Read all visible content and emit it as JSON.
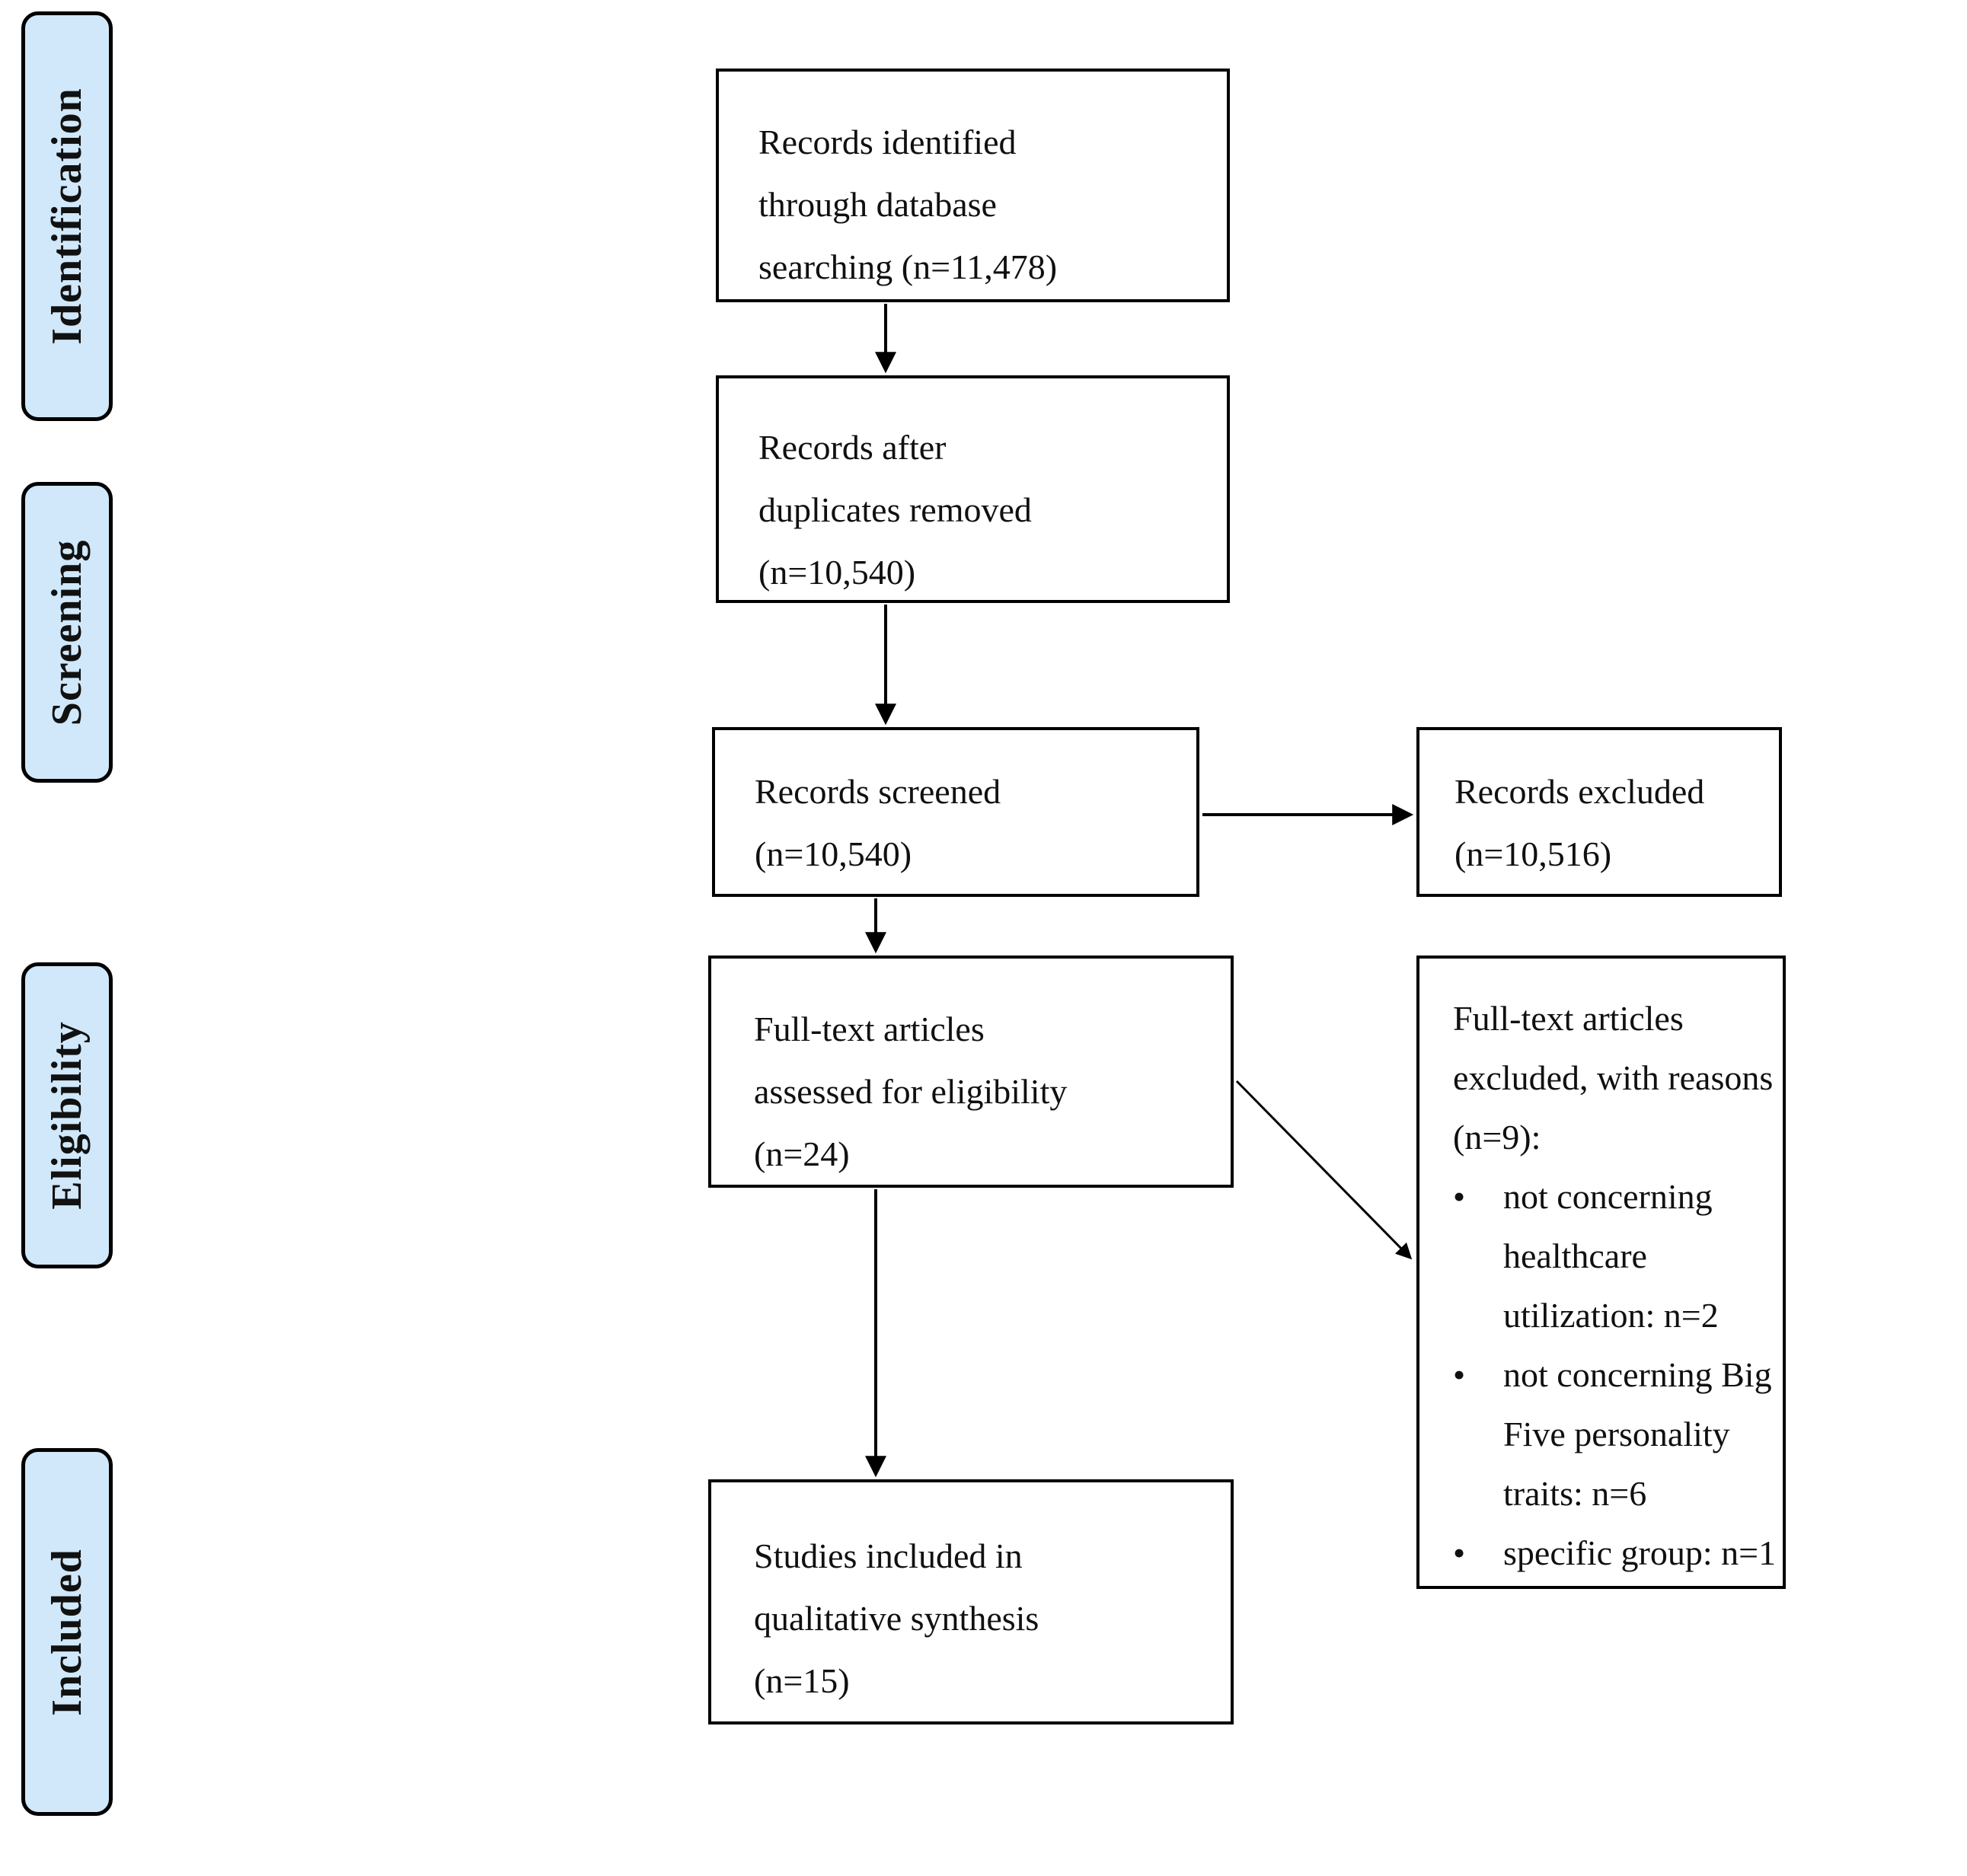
{
  "figure": {
    "type": "prisma-flow-diagram",
    "bullet_char": "•",
    "colors": {
      "stage_label_fill": "#d0e8f9",
      "box_border": "#000000",
      "text": "#101010",
      "background": "#ffffff"
    }
  },
  "sidebar": {
    "items": [
      {
        "label": "Identification"
      },
      {
        "label": "Screening"
      },
      {
        "label": "Eligibility"
      },
      {
        "label": "Included"
      }
    ]
  },
  "flow": {
    "identified": {
      "lines": [
        "Records identified",
        "through database",
        "searching (n=11,478)"
      ]
    },
    "deduplicated": {
      "lines": [
        "Records after",
        "duplicates removed",
        "(n=10,540)"
      ]
    },
    "screened": {
      "lines": [
        "Records screened",
        "(n=10,540)"
      ]
    },
    "records_excluded": {
      "lines": [
        "Records excluded",
        "(n=10,516)"
      ]
    },
    "fulltext_assessed": {
      "lines": [
        "Full-text articles",
        "assessed for eligibility",
        "(n=24)"
      ]
    },
    "fulltext_excluded": {
      "header_lines": [
        "Full-text articles",
        "excluded, with reasons",
        "(n=9):"
      ],
      "bullets": [
        {
          "lines": [
            "not concerning",
            "healthcare",
            "utilization: n=2"
          ]
        },
        {
          "lines": [
            "not concerning Big",
            "Five personality",
            "traits: n=6"
          ]
        },
        {
          "lines": [
            "specific group: n=1"
          ]
        }
      ]
    },
    "studies_included": {
      "lines": [
        "Studies included in",
        "qualitative synthesis",
        "(n=15)"
      ]
    }
  }
}
